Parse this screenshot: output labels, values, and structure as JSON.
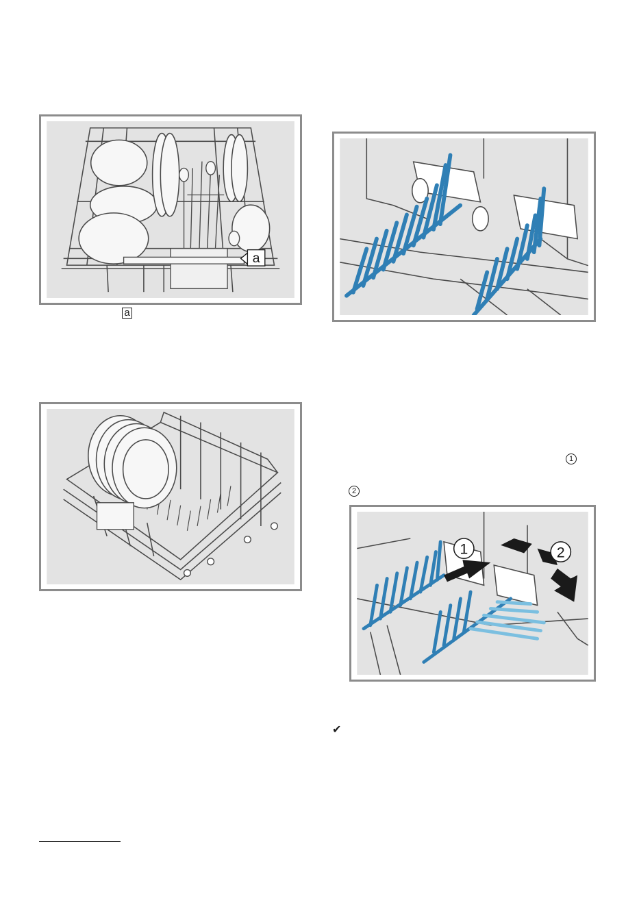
{
  "labels": {
    "marker_a": "a",
    "marker_1": "1",
    "marker_2": "2",
    "check": "✔"
  },
  "colors": {
    "figure_bg": "#e3e3e3",
    "frame": "#8c8c8c",
    "tine_blue": "#2f7fb5",
    "tine_light_blue": "#7bbfe0",
    "wire": "#4a4a4a"
  }
}
